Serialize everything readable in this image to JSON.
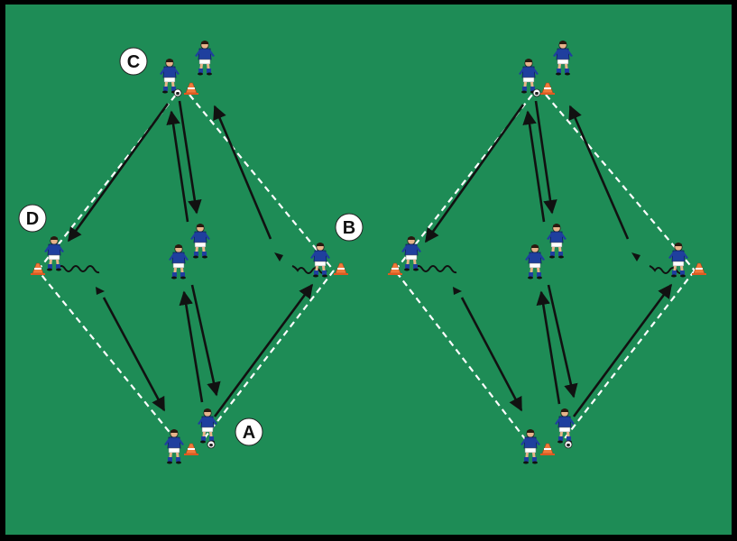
{
  "colors": {
    "pitch": "#1e8c56",
    "border": "#000000",
    "dashed_line": "#ffffff",
    "arrow": "#111111",
    "jersey": "#1f3f9e",
    "shorts": "#ffffff",
    "cone": "#f07a3a",
    "skin": "#e8b48a"
  },
  "drill": {
    "position_labels": [
      "A",
      "B",
      "C",
      "D"
    ]
  }
}
